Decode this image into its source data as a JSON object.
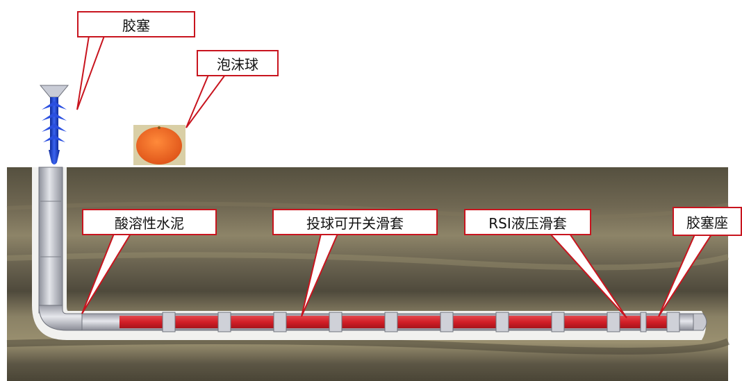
{
  "labels": {
    "plug": "胶塞",
    "foam_ball": "泡沫球",
    "acid_cement": "酸溶性水泥",
    "ball_sleeve": "投球可开关滑套",
    "rsi_sleeve": "RSI液压滑套",
    "plug_seat": "胶塞座"
  },
  "colors": {
    "callout_border": "#c8141e",
    "sleeve_red": "#d4222a",
    "pipe_gray": "#b9bcc6",
    "plug_blue": "#1a3fcf",
    "ball_orange": "#f26a1b",
    "rock_dark": "#5e5747",
    "rock_light": "#8b8167"
  }
}
